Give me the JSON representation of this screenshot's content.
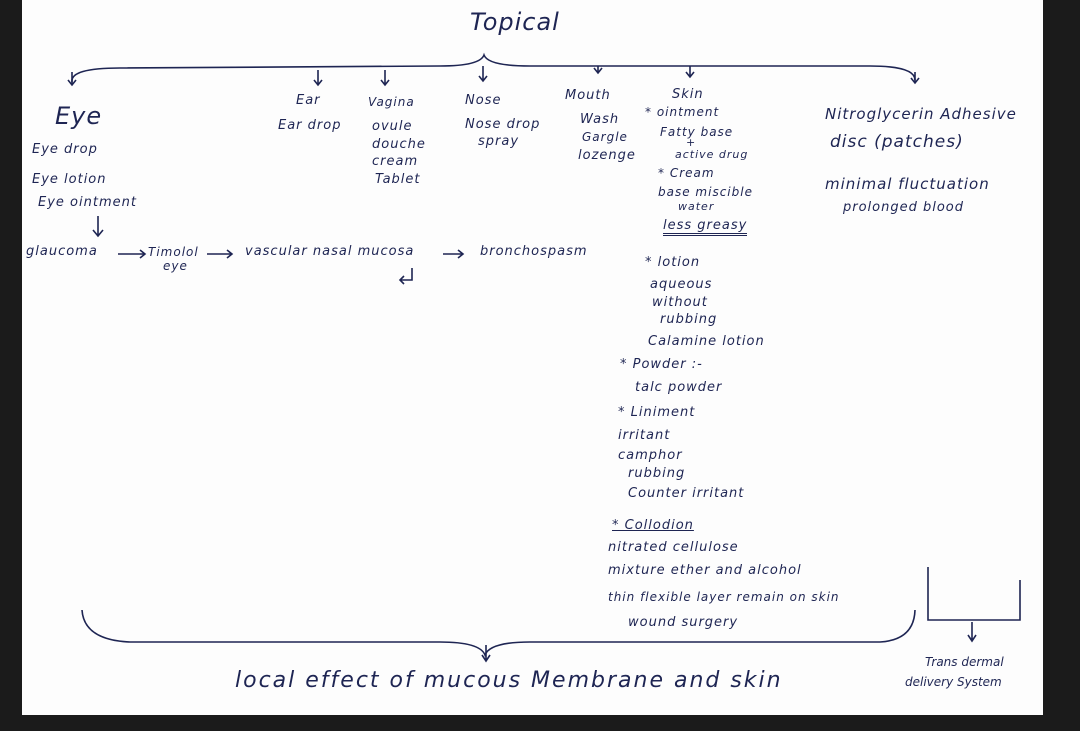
{
  "title": "Topical",
  "eye": {
    "heading": "Eye",
    "items": [
      "Eye drop",
      "Eye lotion",
      "Eye ointment"
    ]
  },
  "chain": [
    "glaucoma",
    "Timolol",
    "eye",
    "vascular nasal mucosa",
    "bronchospasm"
  ],
  "ear": {
    "heading": "Ear",
    "items": [
      "Ear drop"
    ]
  },
  "vagina": {
    "heading": "Vagina",
    "items": [
      "ovule",
      "douche",
      "cream",
      "Tablet"
    ]
  },
  "nose": {
    "heading": "Nose",
    "items": [
      "Nose drop",
      "spray"
    ]
  },
  "mouth": {
    "heading": "Mouth",
    "items": [
      "Wash",
      "Gargle",
      "lozenge"
    ]
  },
  "skin": {
    "heading": "Skin",
    "items": [
      "* ointment",
      "Fatty base",
      "+",
      "active drug",
      "* Cream",
      "base miscible",
      "water",
      "less greasy",
      "* lotion",
      "aqueous",
      "without",
      "rubbing",
      "Calamine lotion",
      "* Powder :-",
      "talc powder",
      "* Liniment",
      "irritant",
      "camphor",
      "rubbing",
      "Counter irritant",
      "* Collodion",
      "nitrated cellulose",
      "mixture ether and alcohol",
      "thin flexible layer remain on skin",
      "wound surgery"
    ]
  },
  "patch": {
    "items": [
      "Nitroglycerin Adhesive",
      "disc (patches)",
      "minimal fluctuation",
      "prolonged blood"
    ]
  },
  "footer": "local effect of mucous Membrane and skin",
  "transdermal": [
    "Trans dermal",
    "delivery System"
  ]
}
